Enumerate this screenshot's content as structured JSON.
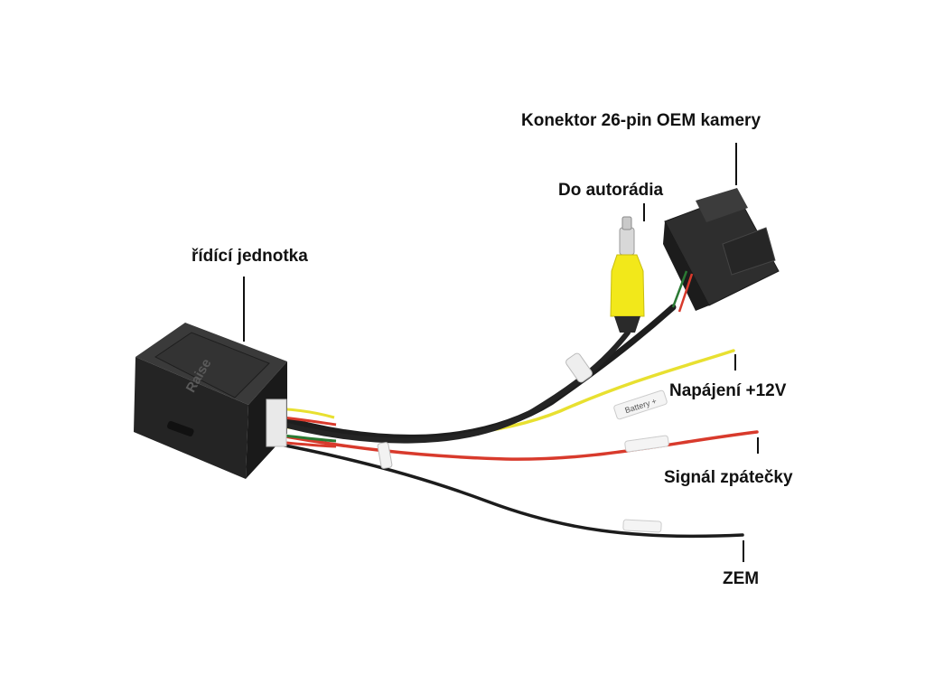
{
  "labels": {
    "camera_connector": "Konektor 26-pin OEM kamery",
    "radio": "Do autorádia",
    "control_unit": "řídící jednotka",
    "power": "Napájení +12V",
    "reverse_signal": "Signál zpátečky",
    "ground": "ZEM"
  },
  "device_markings": {
    "brand": "Raise",
    "battery_tag": "Battery +"
  },
  "colors": {
    "wire_power": "#e8e030",
    "wire_reverse": "#d83a2c",
    "wire_ground": "#1c1c1c",
    "rca_plug": "#f2e81a",
    "module_body": "#2a2a2a",
    "connector_body": "#262626"
  },
  "icons": [
    "module-box",
    "rca-plug",
    "multipin-connector",
    "cable-bundle"
  ]
}
